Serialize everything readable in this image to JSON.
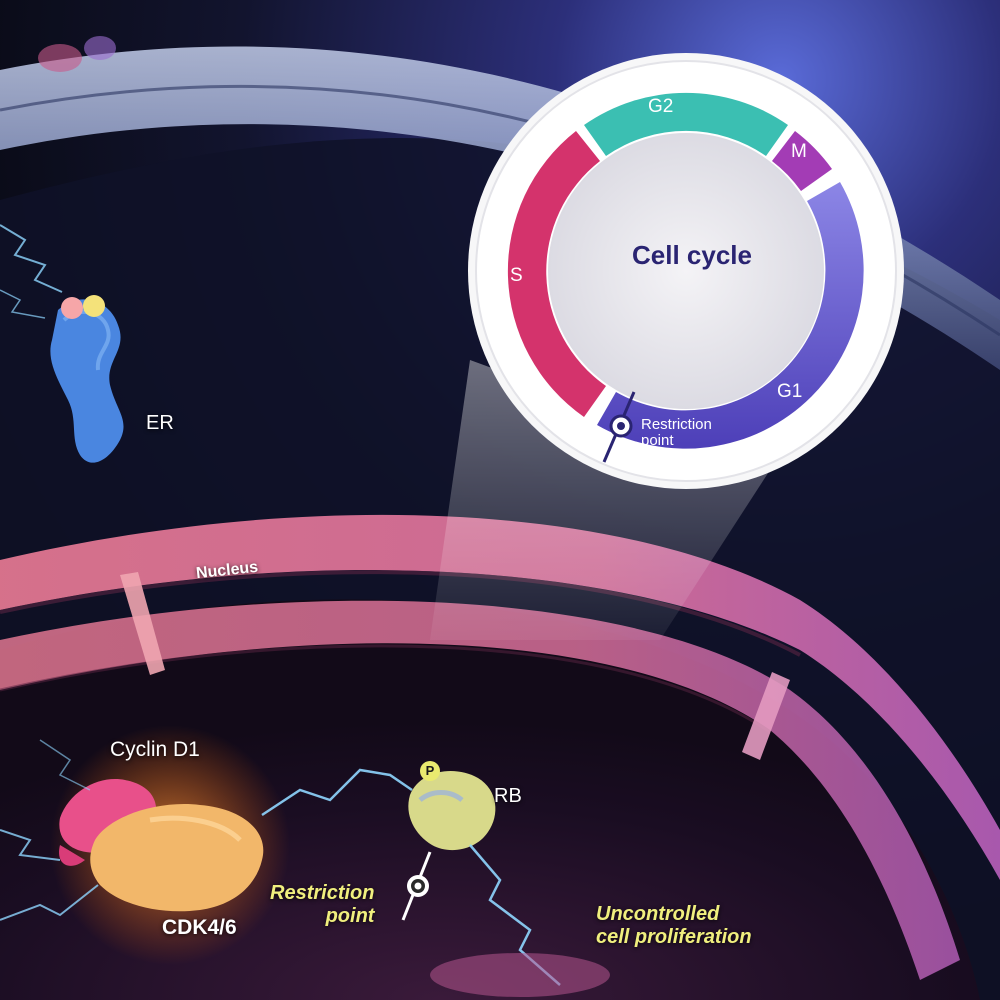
{
  "scene": {
    "er_label": "ER",
    "nucleus_label": "Nucleus",
    "cyclin_label": "Cyclin D1",
    "cdk_label": "CDK4/6",
    "rb_label": "RB",
    "phospho_label": "P",
    "restriction_label_line1": "Restriction",
    "restriction_label_line2": "point",
    "uncontrolled_line1": "Uncontrolled",
    "uncontrolled_line2": "cell proliferation"
  },
  "cycle": {
    "title": "Cell cycle",
    "phases": {
      "g2": "G2",
      "m": "M",
      "s": "S",
      "g1": "G1"
    },
    "restriction_line1": "Restriction",
    "restriction_line2": "point"
  },
  "colors": {
    "g2": "#3bbfb2",
    "m": "#a33cb5",
    "s": "#d4336c",
    "g1": "#6d5fd0",
    "nucleus_membrane": "#d86a8a",
    "cell_membrane": "#6f7fb0",
    "highlight_yellow": "#f0ef7e",
    "title_navy": "#2a2472"
  }
}
